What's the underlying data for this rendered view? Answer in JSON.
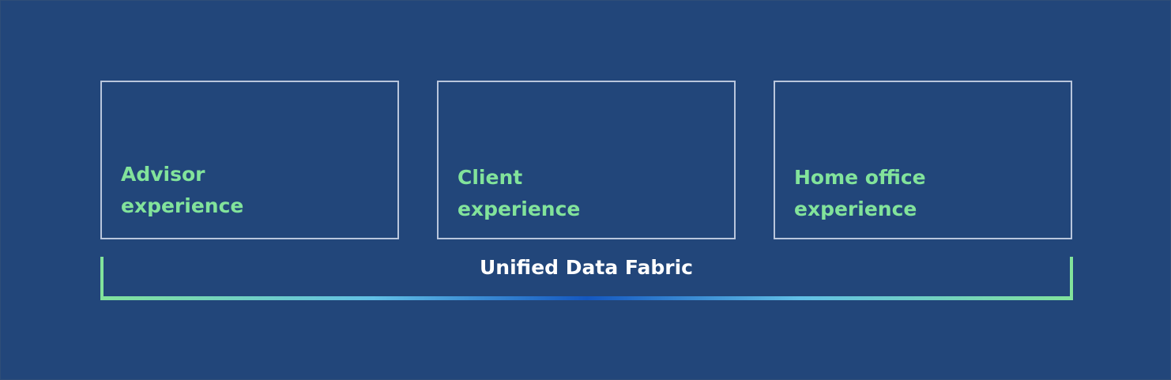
{
  "diagram": {
    "cards": [
      {
        "line1": "Advisor",
        "line2": "experience"
      },
      {
        "line1": "Client",
        "line2": "experience"
      },
      {
        "line1": "Home office",
        "line2": "experience"
      }
    ],
    "fabric_label": "Unified Data Fabric"
  },
  "colors": {
    "background": "#22467a",
    "card_border": "#b9c6dc",
    "card_text": "#82e39b",
    "fabric_text": "#ffffff",
    "bracket_edge": "#82e39b",
    "bracket_mid": "#1457c0",
    "bracket_light": "#62c0e6"
  }
}
